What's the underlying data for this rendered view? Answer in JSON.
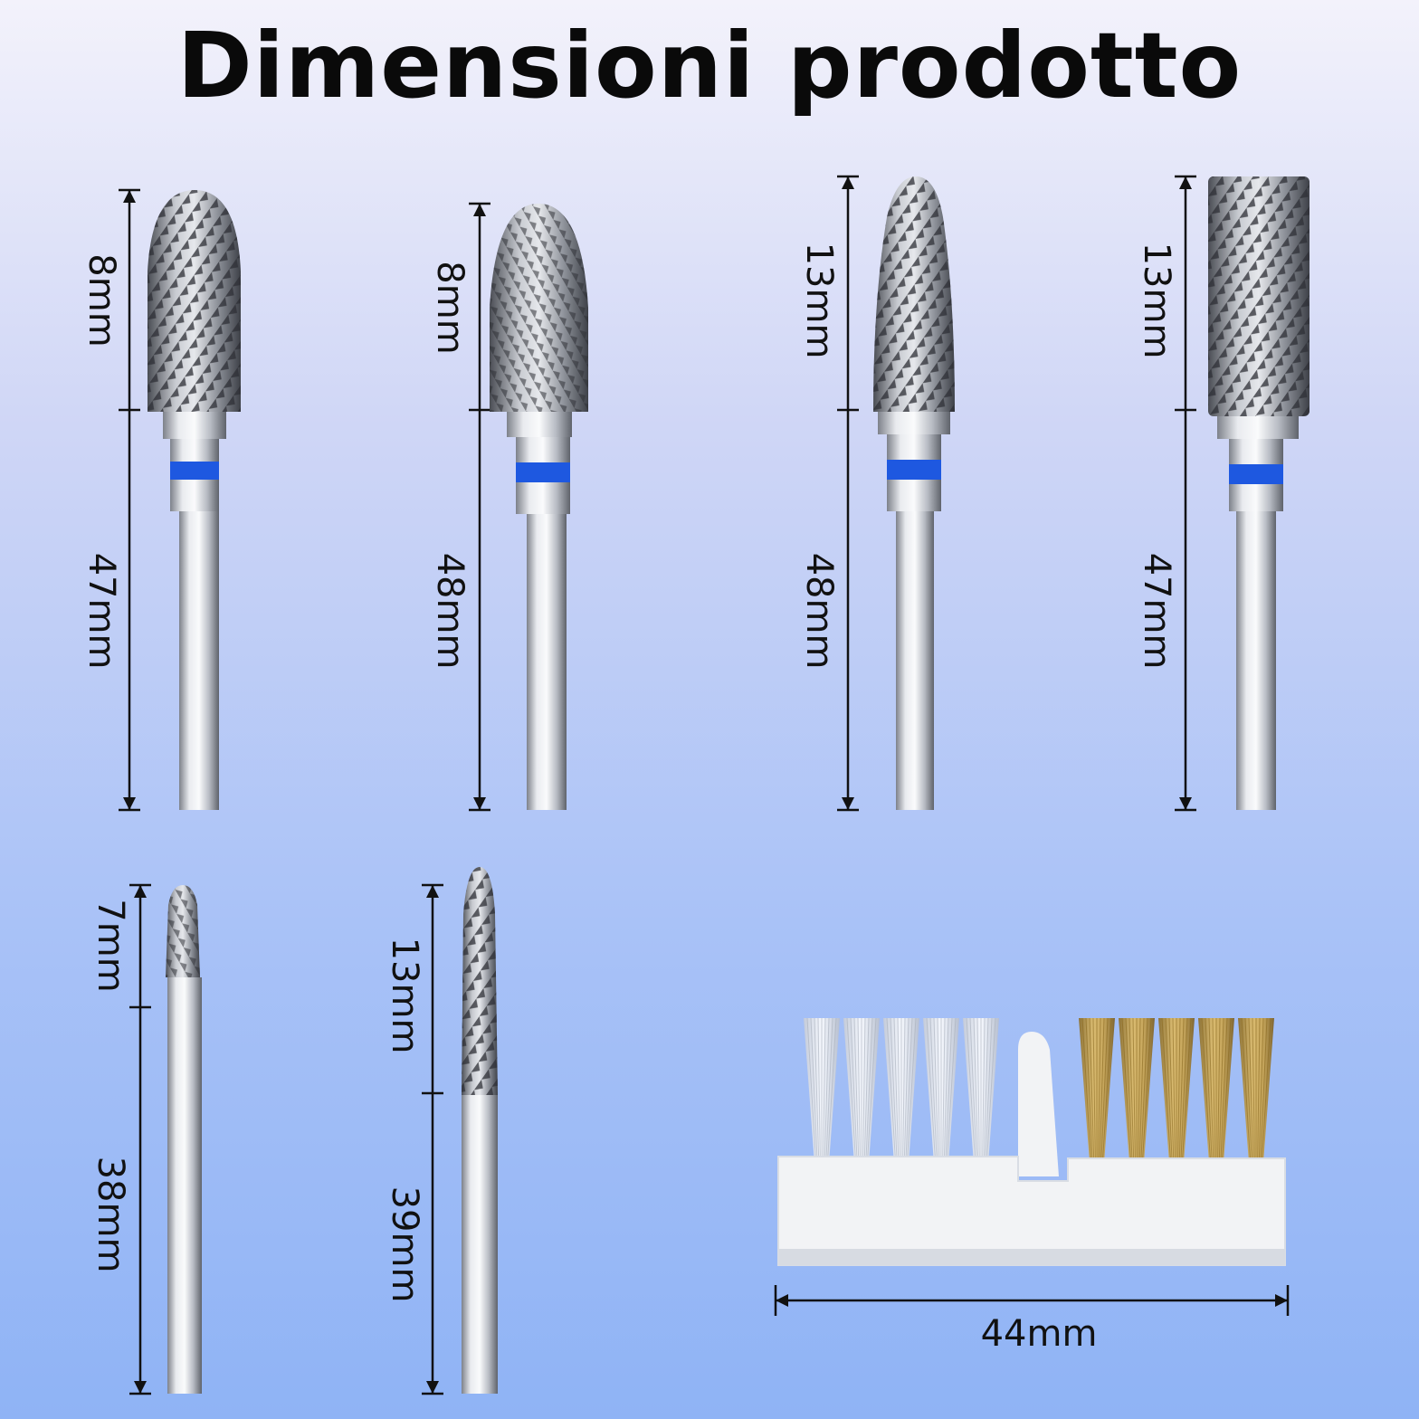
{
  "title": "Dimensioni prodotto",
  "colors": {
    "band": "#1e58e0",
    "metal": "#c9ccd3",
    "brass": "#c9a24a",
    "base": "#f2f3f5"
  },
  "bits": [
    {
      "name": "bit-1",
      "head_label": "8mm",
      "shank_label": "47mm"
    },
    {
      "name": "bit-2",
      "head_label": "8mm",
      "shank_label": "48mm"
    },
    {
      "name": "bit-3",
      "head_label": "13mm",
      "shank_label": "48mm"
    },
    {
      "name": "bit-4",
      "head_label": "13mm",
      "shank_label": "47mm"
    },
    {
      "name": "bit-5",
      "head_label": "7mm",
      "shank_label": "38mm"
    },
    {
      "name": "bit-6",
      "head_label": "13mm",
      "shank_label": "39mm"
    }
  ],
  "brush": {
    "width_label": "44mm"
  }
}
